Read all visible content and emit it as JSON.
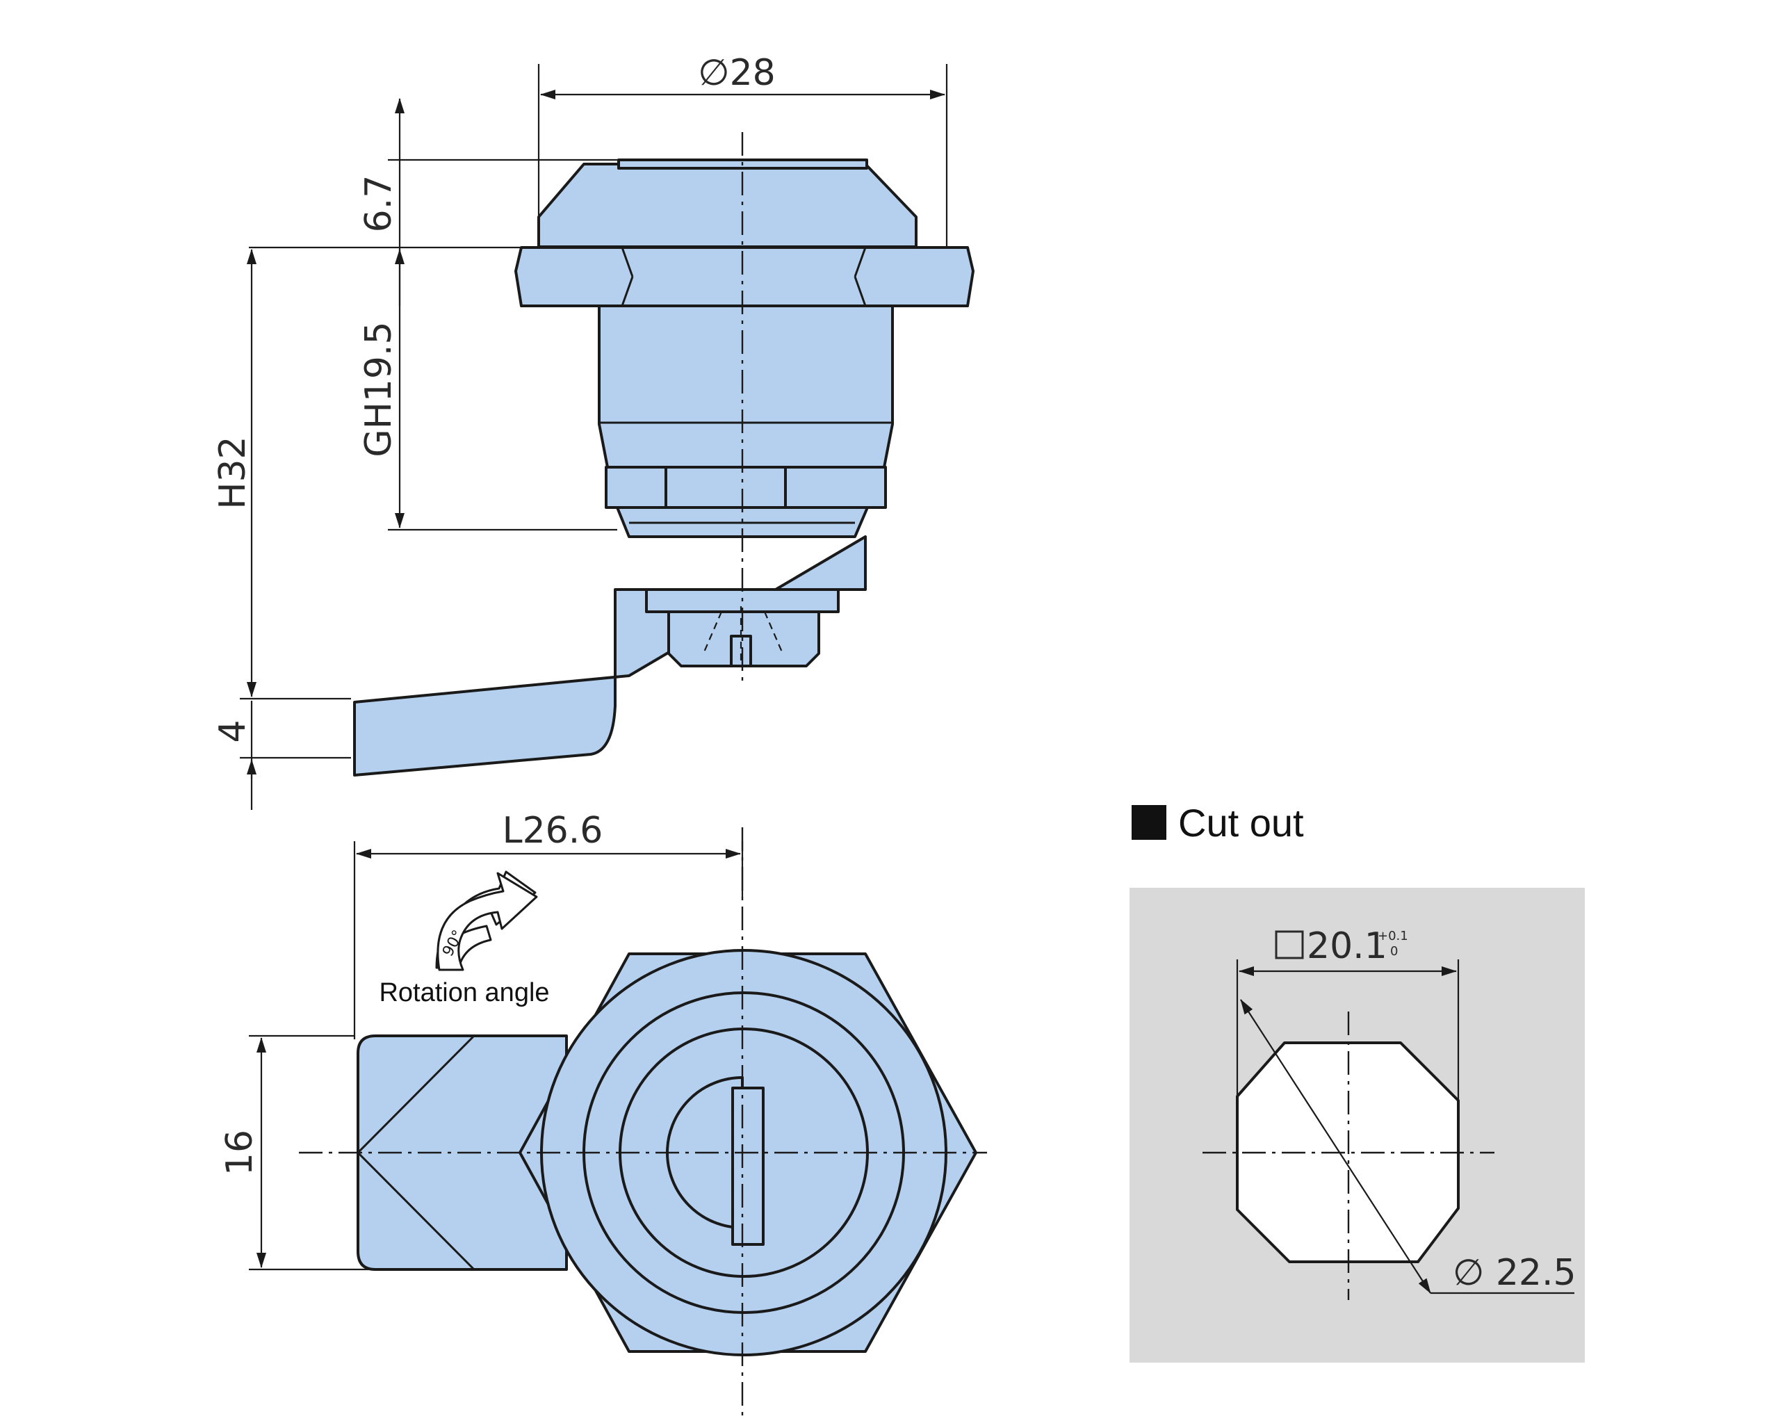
{
  "side_view": {
    "dim_diameter": "∅28",
    "dim_flange": "6.7",
    "dim_thread": "GH19.5",
    "dim_height": "H32",
    "dim_cam_thickness": "4"
  },
  "front_view": {
    "dim_length": "L26.6",
    "dim_width": "16",
    "rotation_degrees": "90°",
    "rotation_label": "Rotation angle"
  },
  "cutout": {
    "heading": "Cut out",
    "dim_square": "□20.1",
    "tol_upper": "+0.1",
    "tol_lower": "0",
    "dim_diameter": "∅ 22.5"
  },
  "colors": {
    "part_fill": "#b4d0ee",
    "cutout_panel": "#d9d9d9",
    "outline": "#1a1a1a"
  }
}
